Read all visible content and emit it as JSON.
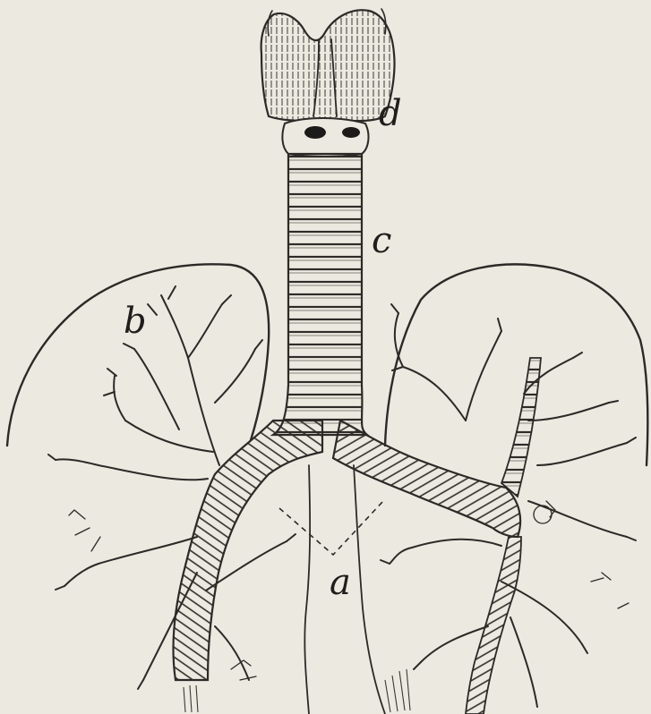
{
  "figure": {
    "labels": {
      "a": "a",
      "b": "b",
      "c": "c",
      "d": "d"
    }
  }
}
